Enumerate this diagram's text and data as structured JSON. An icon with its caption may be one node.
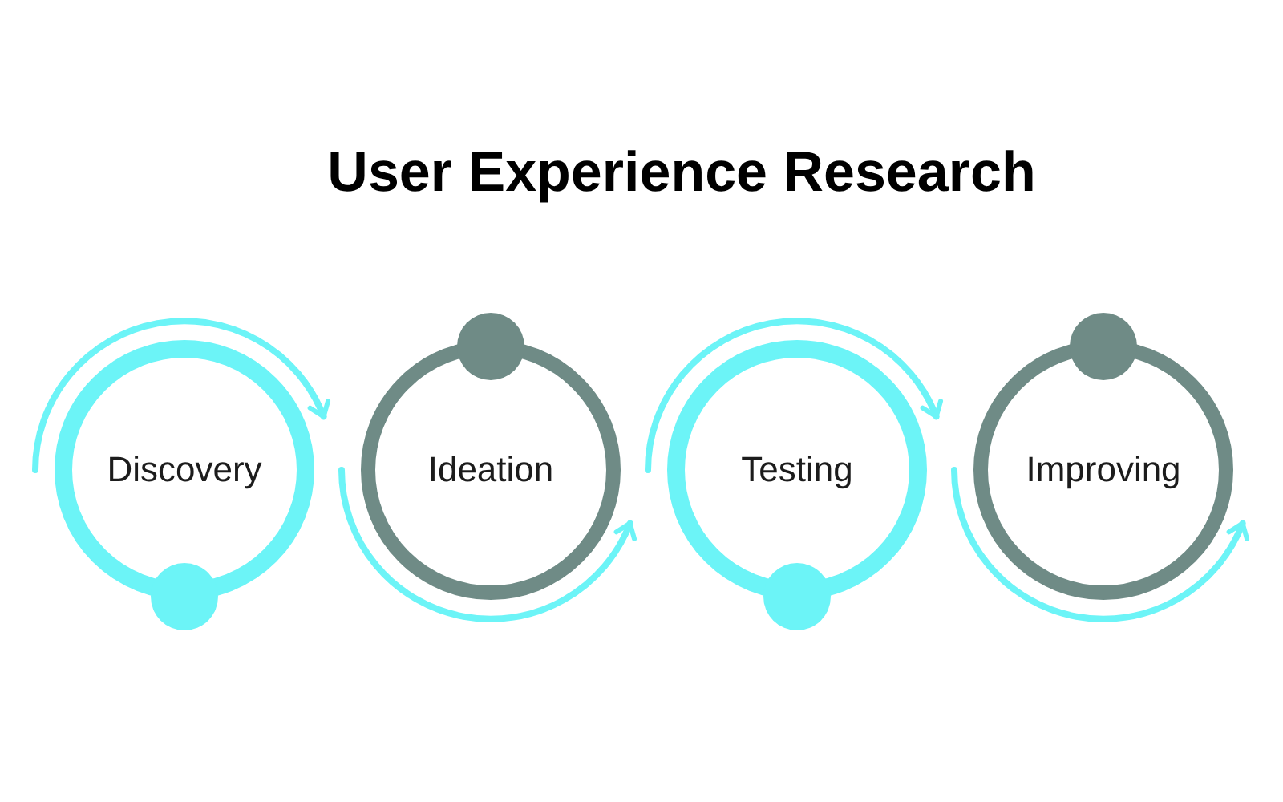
{
  "diagram": {
    "title": "User Experience Research",
    "nodes": [
      {
        "text": [
          "Discovery"
        ]
      },
      {
        "text": [
          "Ideation"
        ]
      },
      {
        "text": [
          "Testing"
        ]
      },
      {
        "text": [
          "Improving"
        ]
      }
    ],
    "edges": [
      {
        "from": 0,
        "to": 0,
        "arrow": "to"
      },
      {
        "from": 1,
        "to": 1,
        "arrow": "to"
      },
      {
        "from": 2,
        "to": 2,
        "arrow": "to"
      },
      {
        "from": 3,
        "to": 3,
        "arrow": "to"
      }
    ]
  }
}
